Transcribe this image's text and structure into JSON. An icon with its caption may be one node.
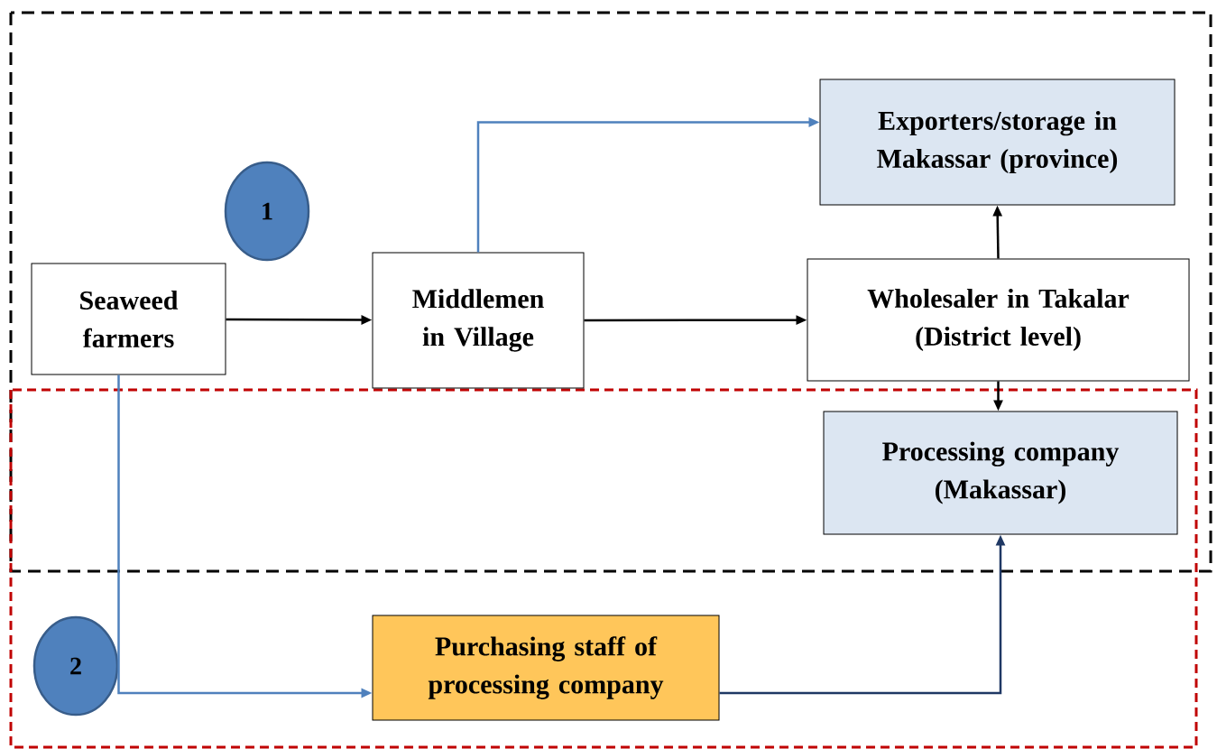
{
  "diagram": {
    "nodes": [
      {
        "text": [
          "Seaweed farmers"
        ]
      },
      {
        "text": [
          "Middlemen in Village"
        ]
      },
      {
        "text": [
          "Exporters/storage in Makassar (province)"
        ]
      },
      {
        "text": [
          "Wholesaler in Takalar (District level)"
        ]
      },
      {
        "text": [
          "Processing company (Makassar)"
        ]
      },
      {
        "text": [
          "Purchasing staff of processing company"
        ]
      },
      {
        "text": [
          "1"
        ]
      },
      {
        "text": [
          "2"
        ]
      }
    ],
    "edges": [
      {
        "from": 0,
        "to": 1,
        "arrow": "to"
      },
      {
        "from": 1,
        "to": 3,
        "arrow": "to"
      },
      {
        "from": 1,
        "to": 2,
        "arrow": "to",
        "color": "#4f81bd"
      },
      {
        "from": 3,
        "to": 2,
        "arrow": "to"
      },
      {
        "from": 3,
        "to": 4,
        "arrow": "to"
      },
      {
        "from": 0,
        "to": 5,
        "arrow": "to",
        "color": "#4f81bd"
      },
      {
        "from": 5,
        "to": 4,
        "arrow": "to",
        "color": "#1f3864"
      }
    ]
  }
}
